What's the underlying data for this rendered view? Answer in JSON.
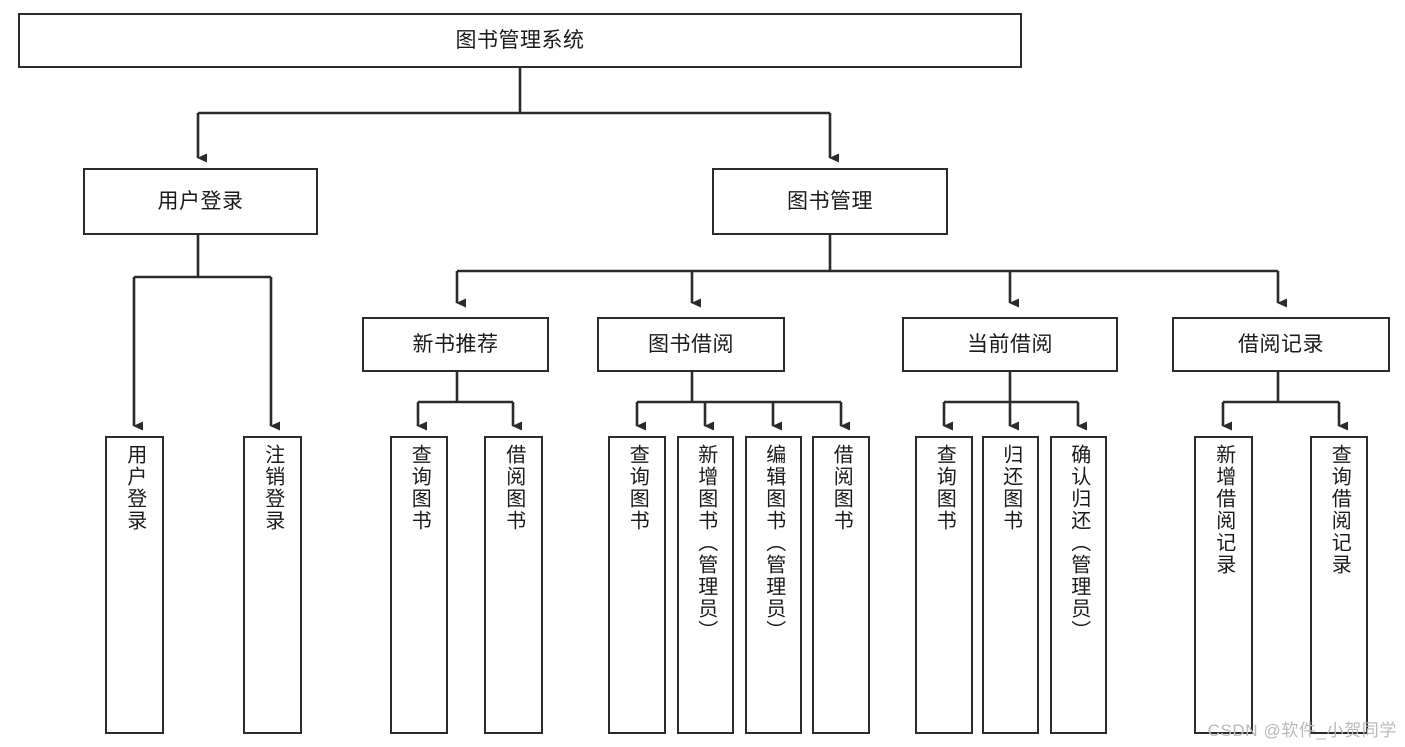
{
  "diagram": {
    "title": "图书管理系统",
    "type": "hierarchy-tree",
    "watermark": "CSDN @软件_小贺同学",
    "style": {
      "box_border_color": "#2b2b2b",
      "box_fill": "#ffffff",
      "connector_color": "#2b2b2b",
      "text_color": "#1a1a1a",
      "background": "#ffffff"
    },
    "nodes": {
      "root": {
        "label": "图书管理系统",
        "level": 0,
        "orientation": "horizontal"
      },
      "l1_user_login": {
        "label": "用户登录",
        "level": 1,
        "orientation": "horizontal"
      },
      "l1_book_mgmt": {
        "label": "图书管理",
        "level": 1,
        "orientation": "horizontal"
      },
      "l2_new_book": {
        "label": "新书推荐",
        "level": 2,
        "orientation": "horizontal"
      },
      "l2_borrow": {
        "label": "图书借阅",
        "level": 2,
        "orientation": "horizontal"
      },
      "l2_current": {
        "label": "当前借阅",
        "level": 2,
        "orientation": "horizontal"
      },
      "l2_record": {
        "label": "借阅记录",
        "level": 2,
        "orientation": "horizontal"
      },
      "leaf_user_login": {
        "label": "用户登录",
        "level": 3,
        "orientation": "vertical"
      },
      "leaf_logout": {
        "label": "注销登录",
        "level": 3,
        "orientation": "vertical"
      },
      "leaf_query_book_1": {
        "label": "查询图书",
        "level": 3,
        "orientation": "vertical"
      },
      "leaf_borrow_book_1": {
        "label": "借阅图书",
        "level": 3,
        "orientation": "vertical"
      },
      "leaf_query_book_2": {
        "label": "查询图书",
        "level": 3,
        "orientation": "vertical"
      },
      "leaf_add_book": {
        "label": "新增图书（管理员）",
        "level": 3,
        "orientation": "vertical"
      },
      "leaf_edit_book": {
        "label": "编辑图书（管理员）",
        "level": 3,
        "orientation": "vertical"
      },
      "leaf_borrow_book_2": {
        "label": "借阅图书",
        "level": 3,
        "orientation": "vertical"
      },
      "leaf_query_book_3": {
        "label": "查询图书",
        "level": 3,
        "orientation": "vertical"
      },
      "leaf_return_book": {
        "label": "归还图书",
        "level": 3,
        "orientation": "vertical"
      },
      "leaf_confirm_return": {
        "label": "确认归还（管理员）",
        "level": 3,
        "orientation": "vertical"
      },
      "leaf_add_record": {
        "label": "新增借阅记录",
        "level": 3,
        "orientation": "vertical"
      },
      "leaf_query_record": {
        "label": "查询借阅记录",
        "level": 3,
        "orientation": "vertical"
      }
    },
    "edges": [
      {
        "from": "root",
        "to": "l1_user_login"
      },
      {
        "from": "root",
        "to": "l1_book_mgmt"
      },
      {
        "from": "l1_user_login",
        "to": "leaf_user_login"
      },
      {
        "from": "l1_user_login",
        "to": "leaf_logout"
      },
      {
        "from": "l1_book_mgmt",
        "to": "l2_new_book"
      },
      {
        "from": "l1_book_mgmt",
        "to": "l2_borrow"
      },
      {
        "from": "l1_book_mgmt",
        "to": "l2_current"
      },
      {
        "from": "l1_book_mgmt",
        "to": "l2_record"
      },
      {
        "from": "l2_new_book",
        "to": "leaf_query_book_1"
      },
      {
        "from": "l2_new_book",
        "to": "leaf_borrow_book_1"
      },
      {
        "from": "l2_borrow",
        "to": "leaf_query_book_2"
      },
      {
        "from": "l2_borrow",
        "to": "leaf_add_book"
      },
      {
        "from": "l2_borrow",
        "to": "leaf_edit_book"
      },
      {
        "from": "l2_borrow",
        "to": "leaf_borrow_book_2"
      },
      {
        "from": "l2_current",
        "to": "leaf_query_book_3"
      },
      {
        "from": "l2_current",
        "to": "leaf_return_book"
      },
      {
        "from": "l2_current",
        "to": "leaf_confirm_return"
      },
      {
        "from": "l2_record",
        "to": "leaf_add_record"
      },
      {
        "from": "l2_record",
        "to": "leaf_query_record"
      }
    ]
  }
}
